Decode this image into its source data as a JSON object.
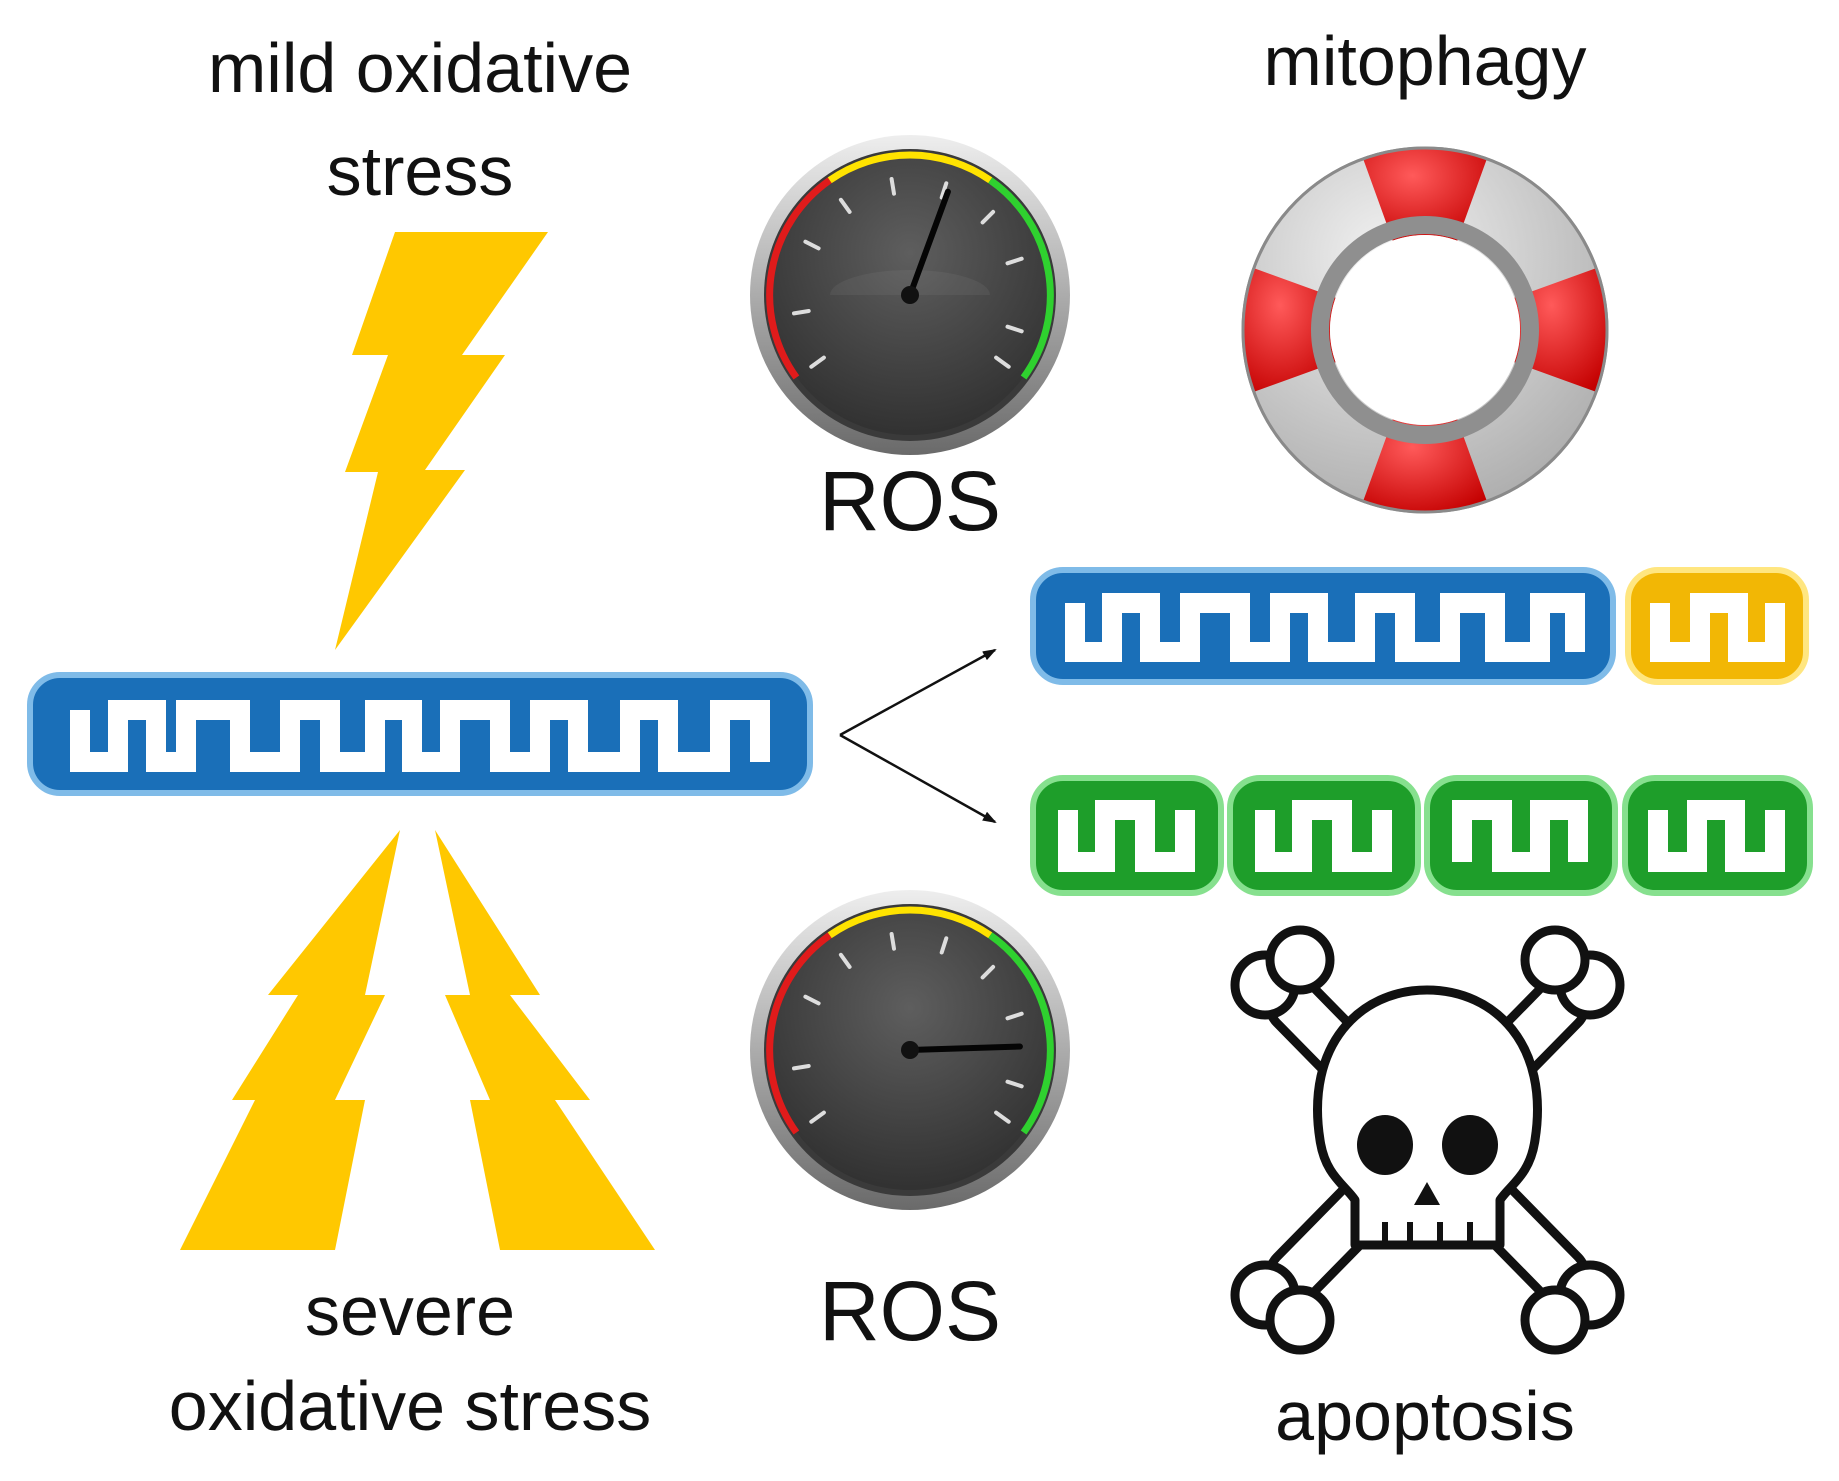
{
  "labels": {
    "mild_line1": "mild oxidative",
    "mild_line2": "stress",
    "severe_line1": "severe",
    "severe_line2": "oxidative stress",
    "ros_top": "ROS",
    "ros_bottom": "ROS",
    "mitophagy": "mitophagy",
    "apoptosis": "apoptosis"
  },
  "gauges": {
    "top": {
      "level": 0.58
    },
    "bottom": {
      "level": 0.85
    }
  },
  "icons": {
    "mild_stress": "lightning-bolt-icon",
    "severe_stress": "double-lightning-bolt-icon",
    "mitophagy": "lifebuoy-icon",
    "apoptosis": "skull-crossbones-icon",
    "mitochondrion": "mitochondrion-icon",
    "gauge": "ros-gauge-icon"
  },
  "colors": {
    "bolt": "#FFC800",
    "mito_blue": "#1A6FB8",
    "mito_yellow": "#F2B705",
    "mito_green": "#1E9E2A",
    "gauge_face": "#444444",
    "lifebuoy_red": "#E41E1E",
    "lifebuoy_grey": "#C8C8C8"
  }
}
